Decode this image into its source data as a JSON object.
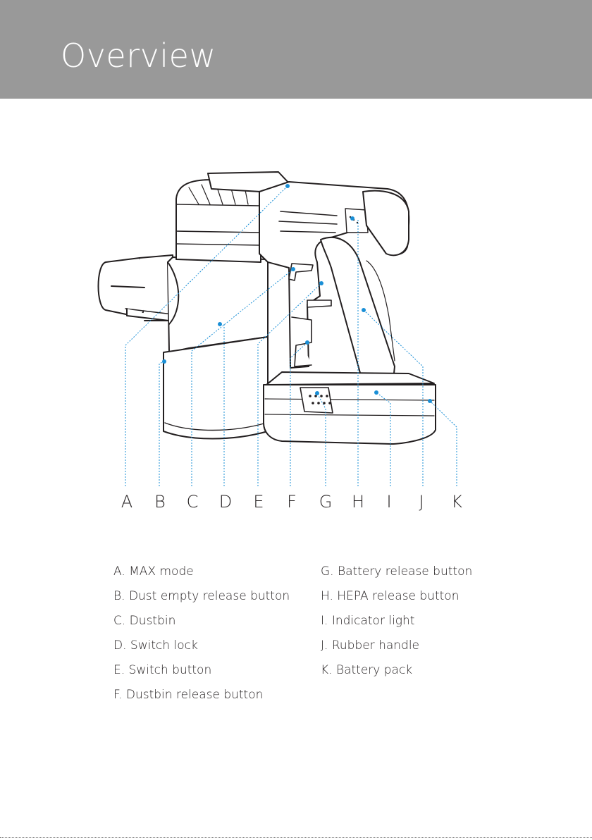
{
  "header": {
    "title": "Overview",
    "background": "#999999"
  },
  "diagram": {
    "accent": "#1a8fd6",
    "letters": [
      "A",
      "B",
      "C",
      "D",
      "E",
      "F",
      "G",
      "H",
      "I",
      "J",
      "K"
    ]
  },
  "legend": {
    "left": [
      "A. MAX mode",
      "B. Dust empty release button",
      "C. Dustbin",
      "D. Switch lock",
      "E. Switch button",
      "F. Dustbin release button"
    ],
    "right": [
      "G. Battery release button",
      "H. HEPA release button",
      "I. Indicator light",
      "J. Rubber handle",
      "K. Battery pack"
    ]
  }
}
